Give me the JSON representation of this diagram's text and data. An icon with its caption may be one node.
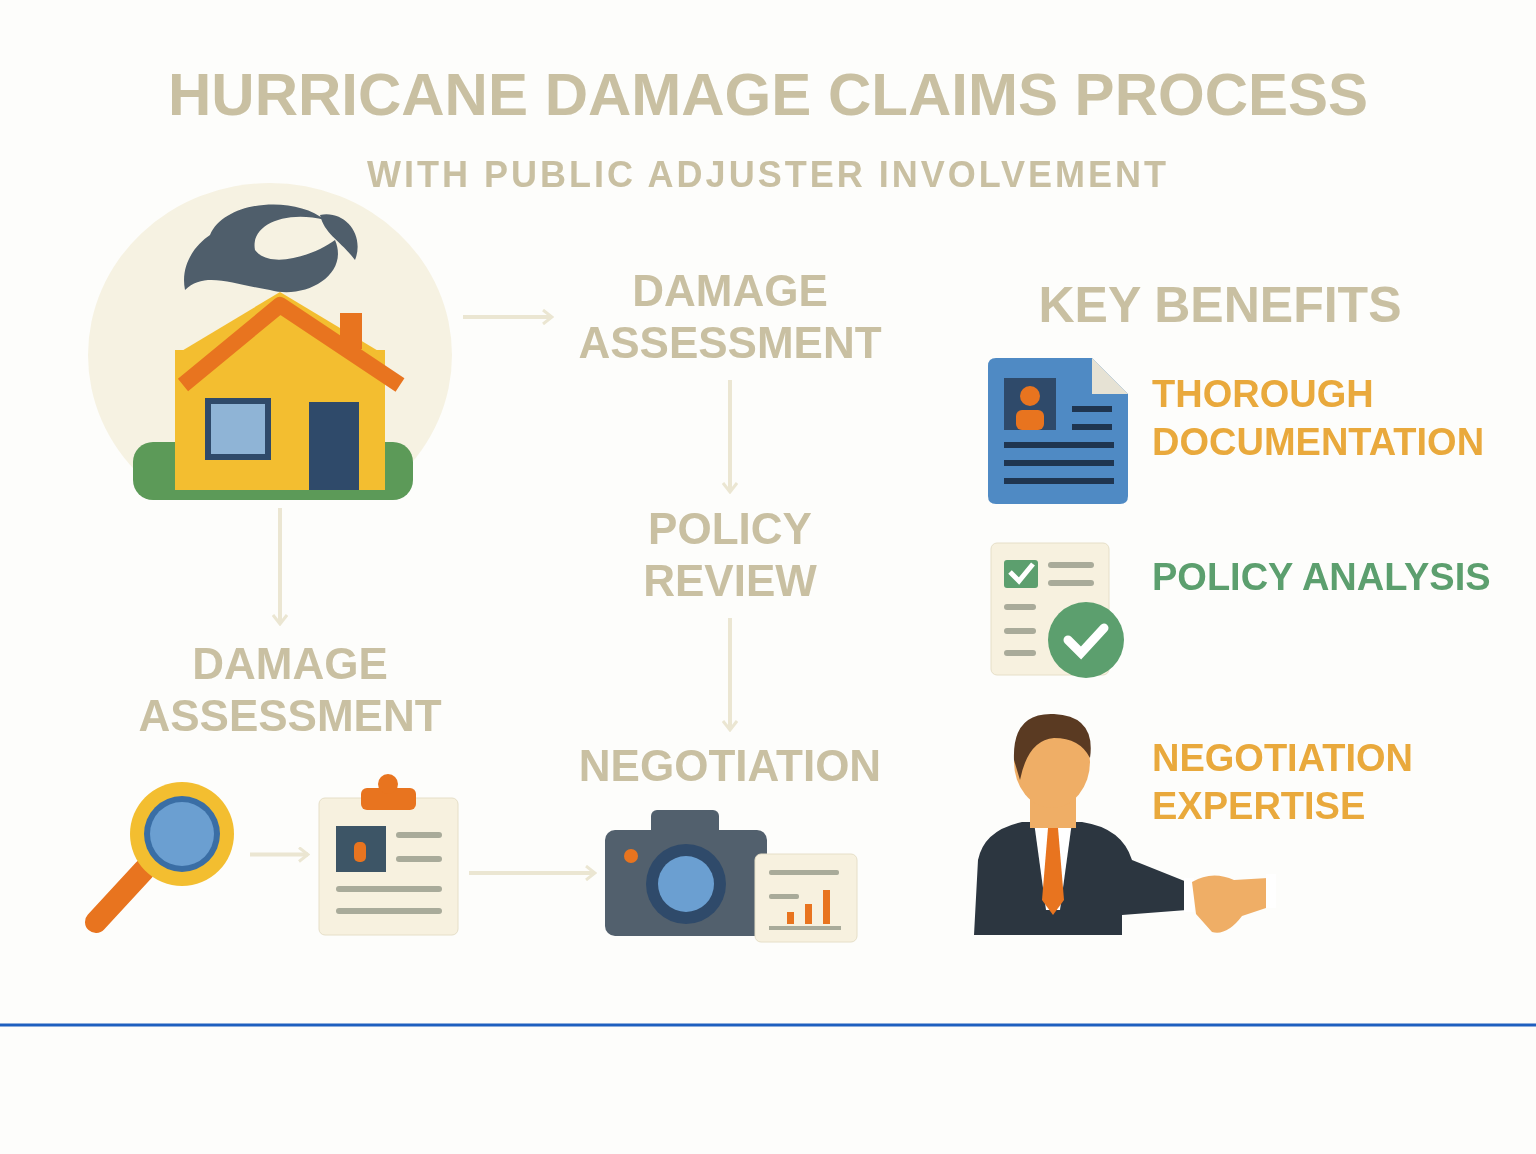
{
  "diagram": {
    "title": "HURRICANE DAMAGE CLAIMS PROCESS",
    "nodes": [
      {
        "text": [],
        "shape": "picture"
      },
      {
        "text": [
          "DAMAGE ASSESSMENT"
        ]
      },
      {
        "text": [
          "POLICY REVIEW"
        ]
      },
      {
        "text": [
          "NEGOTIATION"
        ]
      },
      {
        "text": [
          "DAMAGE ASSESSMENT"
        ]
      },
      {
        "text": [],
        "shape": "picture"
      },
      {
        "text": [],
        "shape": "picture"
      },
      {
        "text": [],
        "shape": "picture"
      }
    ],
    "edges": [
      {
        "from": 0,
        "to": 1,
        "arrow": "to"
      },
      {
        "from": 1,
        "to": 2,
        "arrow": "to"
      },
      {
        "from": 2,
        "to": 3,
        "arrow": "to"
      },
      {
        "from": 0,
        "to": 4,
        "arrow": "to"
      },
      {
        "from": 5,
        "to": 6,
        "arrow": "to"
      },
      {
        "from": 6,
        "to": 7,
        "arrow": "to"
      }
    ],
    "labels": [
      "WITH PUBLIC ADJUSTER INVOLVEMENT",
      "KEY BENEFITS",
      "THOROUGH DOCUMENTATION",
      "POLICY ANALYSIS",
      "NEGOTIATION EXPERTISE"
    ]
  }
}
